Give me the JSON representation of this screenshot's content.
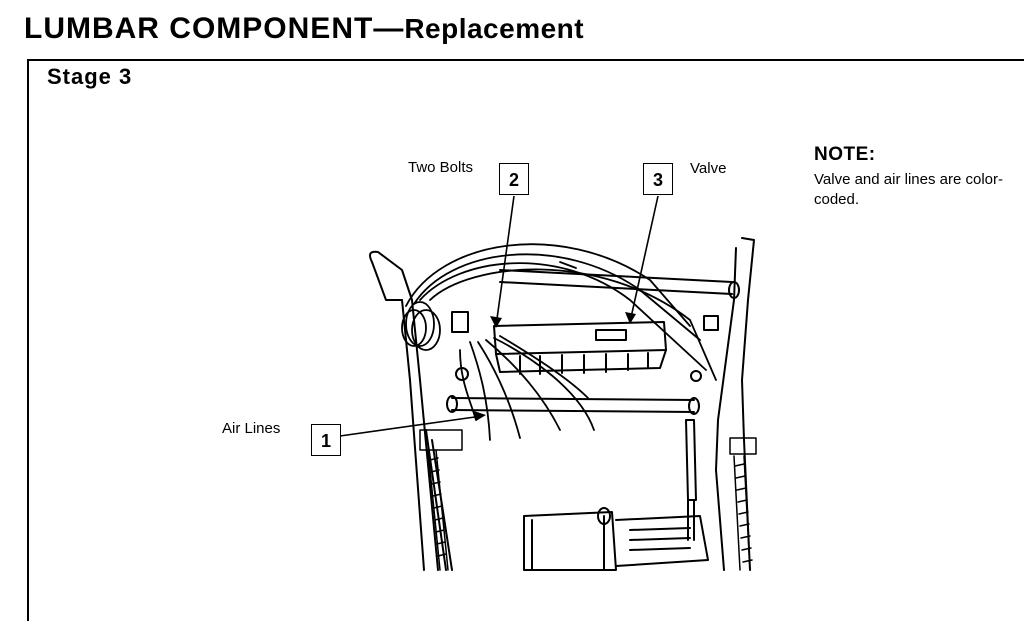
{
  "header": {
    "title_main": "LUMBAR COMPONENT",
    "title_sep": "—",
    "title_sub": "Replacement"
  },
  "stage": "Stage 3",
  "labels": {
    "two_bolts": "Two Bolts",
    "valve": "Valve",
    "air_lines": "Air Lines"
  },
  "callouts": {
    "c1": "1",
    "c2": "2",
    "c3": "3"
  },
  "note": {
    "heading": "NOTE:",
    "body": "Valve and air lines are color-coded."
  }
}
